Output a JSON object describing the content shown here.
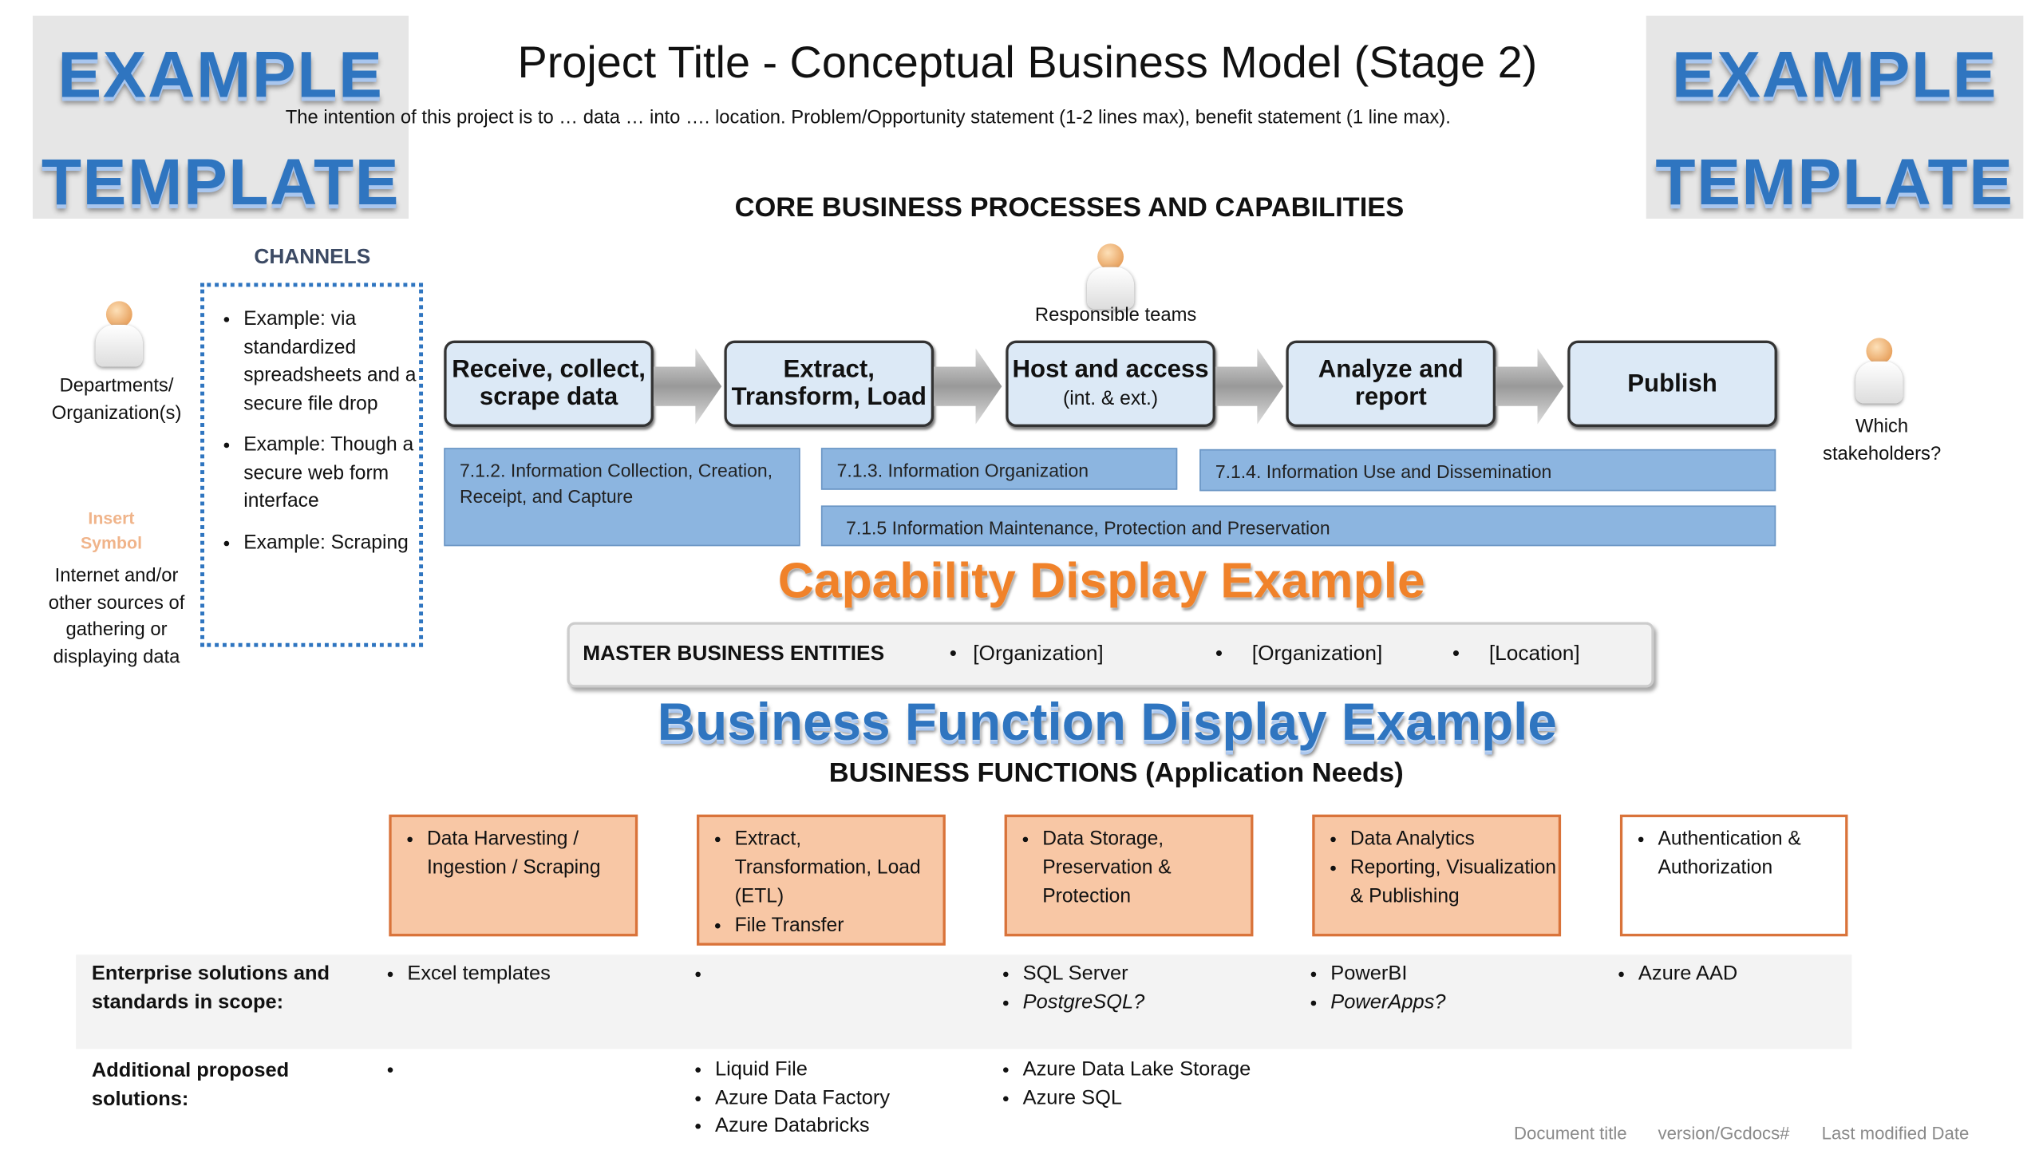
{
  "watermark": {
    "line1": "EXAMPLE",
    "line2": "TEMPLATE"
  },
  "title": "Project Title - Conceptual Business Model (Stage 2)",
  "intro": "The intention of this project is to … data … into …. location. Problem/Opportunity statement (1-2 lines max), benefit statement (1 line max).",
  "core_heading": "CORE BUSINESS PROCESSES AND CAPABILITIES",
  "channels": {
    "heading": "CHANNELS",
    "items": [
      "Example: via standardized spreadsheets and a secure file drop",
      "Example: Though a secure web form interface",
      "Example: Scraping"
    ]
  },
  "actors": {
    "departments": "Departments/ Organization(s)",
    "insert_symbol": "Insert Symbol",
    "internet": "Internet and/or other sources of gathering or displaying data",
    "responsible": "Responsible teams",
    "stakeholders": "Which stakeholders?"
  },
  "processes": [
    {
      "label": "Receive, collect, scrape data",
      "note": ""
    },
    {
      "label": "Extract, Transform, Load",
      "note": ""
    },
    {
      "label": "Host and access",
      "note": "(int. & ext.)"
    },
    {
      "label": "Analyze and report",
      "note": ""
    },
    {
      "label": "Publish",
      "note": ""
    }
  ],
  "capabilities": [
    "7.1.2. Information Collection, Creation, Receipt, and Capture",
    "7.1.3. Information Organization",
    "7.1.4. Information Use and Dissemination",
    "7.1.5 Information Maintenance, Protection and Preservation"
  ],
  "capability_overlay": "Capability Display Example",
  "master_entities": {
    "label": "MASTER BUSINESS ENTITIES",
    "items": [
      "[Organization]",
      "[Organization]",
      "[Location]"
    ]
  },
  "bf_heading": "BUSINESS FUNCTIONS (Application Needs)",
  "business_functions": [
    [
      "Data Harvesting / Ingestion / Scraping"
    ],
    [
      "Extract, Transformation, Load (ETL)",
      "File Transfer"
    ],
    [
      "Data Storage, Preservation & Protection"
    ],
    [
      "Data Analytics",
      "Reporting, Visualization & Publishing"
    ],
    [
      "Authentication & Authorization"
    ]
  ],
  "bf_overlay": "Business Function Display Example",
  "enterprise": {
    "label": "Enterprise solutions and standards in scope:",
    "cols": [
      [
        "Excel templates"
      ],
      [
        ""
      ],
      [
        "SQL Server",
        "PostgreSQL?"
      ],
      [
        "PowerBI",
        "PowerApps?"
      ],
      [
        "Azure AAD"
      ]
    ]
  },
  "additional": {
    "label": "Additional proposed solutions:",
    "cols": [
      [
        ""
      ],
      [
        "Liquid File",
        "Azure Data Factory",
        "Azure Databricks"
      ],
      [
        "Azure Data Lake Storage",
        "Azure SQL"
      ],
      [],
      []
    ]
  },
  "footer": {
    "doc": "Document title",
    "version": "version/Gcdocs#",
    "date": "Last modified Date"
  },
  "colors": {
    "accent_blue": "#2f75c0",
    "process_fill": "#dce9f6",
    "capability_fill": "#8cb5e0",
    "function_fill": "#f8c7a5",
    "function_border": "#d9733a",
    "overlay_orange": "#f0822a"
  }
}
